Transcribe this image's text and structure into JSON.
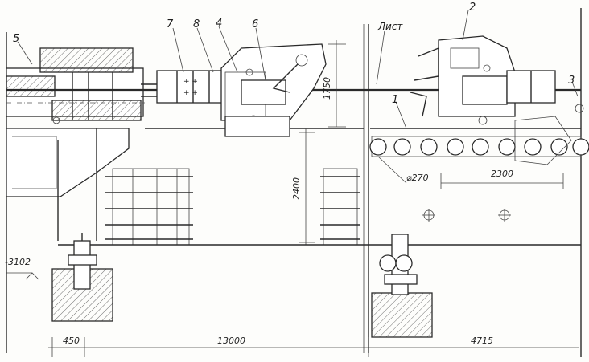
{
  "labels": {
    "num_5": "5",
    "num_7": "7",
    "num_8": "8",
    "num_4": "4",
    "num_6": "6",
    "num_2": "2",
    "num_1": "1",
    "num_3": "3",
    "sheet": "Лист"
  },
  "dimensions": {
    "d1750": "1750",
    "d2400": "2400",
    "d270": "⌀270",
    "d2300": "2300",
    "d450": "450",
    "d13000": "13000",
    "d4715": "4715",
    "elev": "-3102"
  },
  "colors": {
    "ink": "#2a2a2a",
    "paper": "#fdfdfb"
  }
}
